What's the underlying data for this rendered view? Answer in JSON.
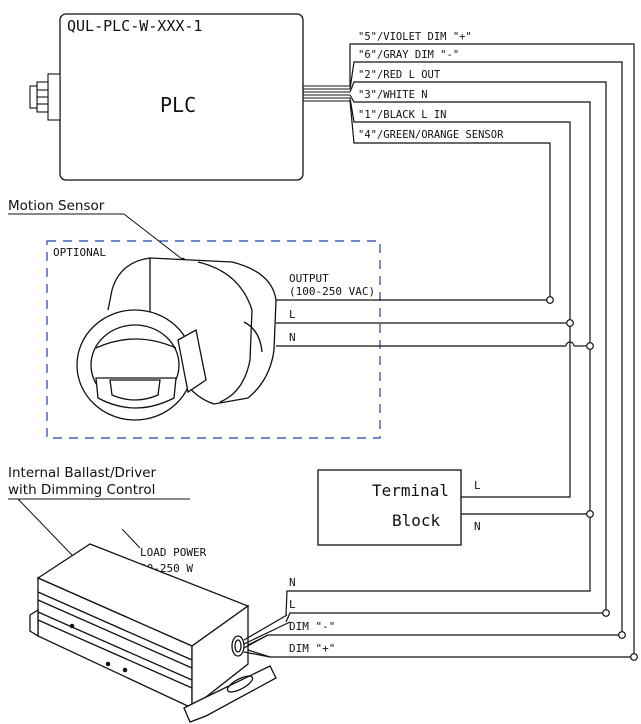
{
  "plc": {
    "model": "QUL-PLC-W-XXX-1",
    "name": "PLC"
  },
  "wires": [
    "\"5\"/VIOLET DIM \"+\"",
    "\"6\"/GRAY DIM \"-\"",
    "\"2\"/RED L OUT",
    "\"3\"/WHITE N",
    "\"1\"/BLACK L IN",
    "\"4\"/GREEN/ORANGE SENSOR"
  ],
  "sensor": {
    "title": "Motion Sensor",
    "optional": "OPTIONAL",
    "output_line1": "OUTPUT",
    "output_line2": "(100-250 VAC)",
    "l": "L",
    "n": "N"
  },
  "terminal": {
    "line1": "Terminal",
    "line2": "Block",
    "l": "L",
    "n": "N"
  },
  "ballast": {
    "title_line1": "Internal Ballast/Driver",
    "title_line2": "with Dimming Control",
    "load_line1": "LOAD POWER",
    "load_line2": "20-250 W",
    "n": "N",
    "l": "L",
    "dim_minus": "DIM \"-\"",
    "dim_plus": "DIM \"+\""
  }
}
